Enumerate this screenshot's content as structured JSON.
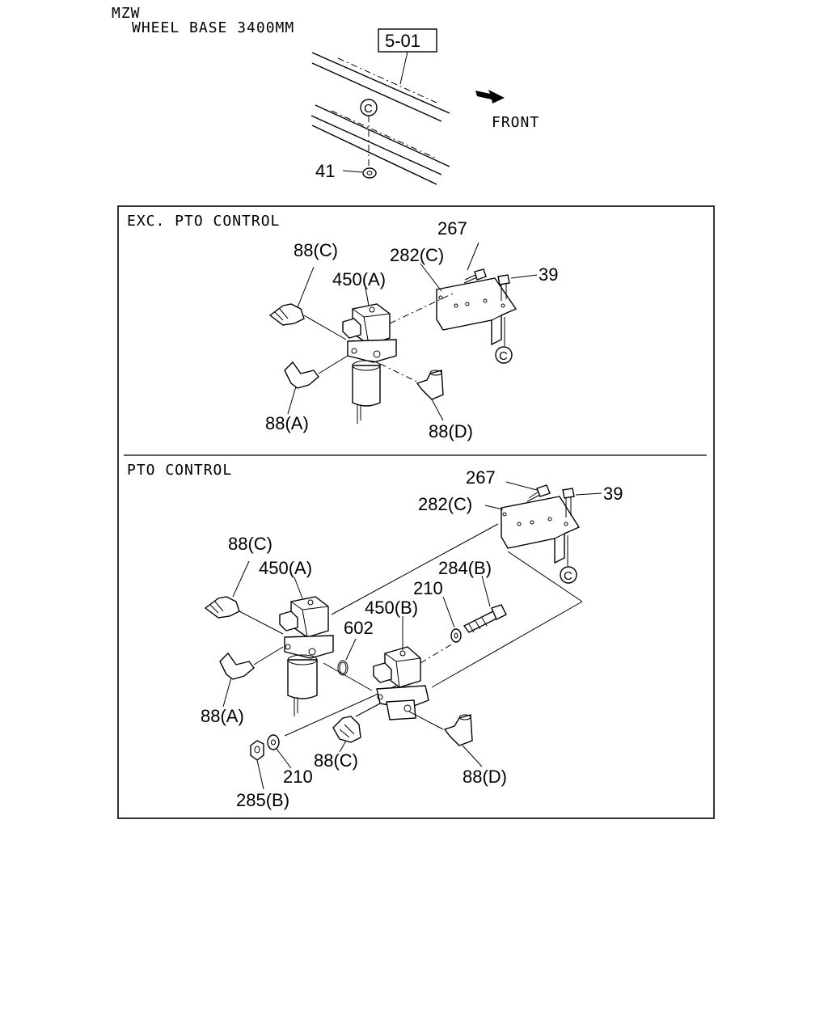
{
  "header": {
    "model": "MZW",
    "wheel_base": "WHEEL BASE 3400MM",
    "ref_box": "5-01",
    "front": "FRONT"
  },
  "top": {
    "nut": "41",
    "circle_c": "C"
  },
  "panel_exc": {
    "title": "EXC. PTO CONTROL",
    "labels": {
      "p267": "267",
      "p282c": "282(C)",
      "p39": "39",
      "p88c": "88(C)",
      "p450a": "450(A)",
      "p88a": "88(A)",
      "p88d": "88(D)",
      "circle_c": "C"
    }
  },
  "panel_pto": {
    "title": "PTO CONTROL",
    "labels": {
      "p267": "267",
      "p282c": "282(C)",
      "p39": "39",
      "p88c_left": "88(C)",
      "p450a": "450(A)",
      "p284b": "284(B)",
      "p210_upper": "210",
      "p450b": "450(B)",
      "p602": "602",
      "p88a": "88(A)",
      "p88c_lower": "88(C)",
      "p88d": "88(D)",
      "p210_lower": "210",
      "p285b": "285(B)",
      "circle_c": "C"
    }
  }
}
